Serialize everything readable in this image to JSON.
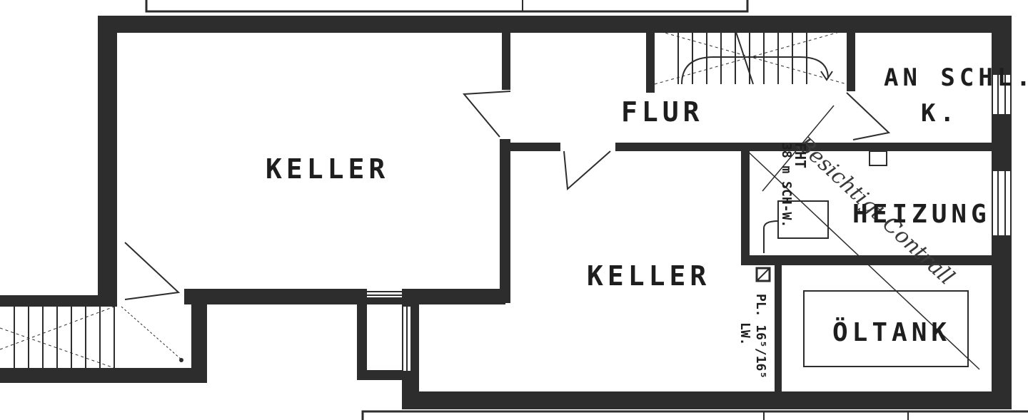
{
  "rooms": {
    "keller_left": "KELLER",
    "flur": "FLUR",
    "anschl_line1": "AN SCHL.",
    "anschl_line2": "K.",
    "keller_right": "KELLER",
    "heizung": "HEIZUNG",
    "oeltank": "ÖLTANK"
  },
  "annotations": {
    "chimney_line1": "FHT",
    "chimney_line2": "38 m SCH-W.",
    "pillar_line1": "PL. 16⁵/16⁵",
    "pillar_line2": "LW.",
    "handwriting": "Besichtigt Contrall"
  },
  "colors": {
    "wall": "#2d2d2d",
    "paper": "#ffffff"
  }
}
